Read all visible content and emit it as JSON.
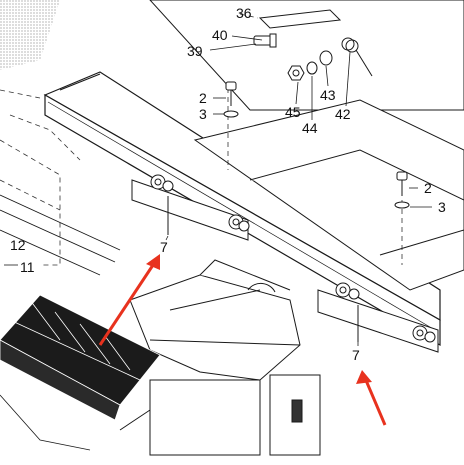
{
  "callouts": [
    {
      "id": "c36",
      "label": "36"
    },
    {
      "id": "c40",
      "label": "40"
    },
    {
      "id": "c39",
      "label": "39"
    },
    {
      "id": "c2a",
      "label": "2"
    },
    {
      "id": "c3a",
      "label": "3"
    },
    {
      "id": "c45",
      "label": "45"
    },
    {
      "id": "c43",
      "label": "43"
    },
    {
      "id": "c44",
      "label": "44"
    },
    {
      "id": "c42",
      "label": "42"
    },
    {
      "id": "c2b",
      "label": "2"
    },
    {
      "id": "c3b",
      "label": "3"
    },
    {
      "id": "c12",
      "label": "12"
    },
    {
      "id": "c11",
      "label": "11"
    },
    {
      "id": "c7a",
      "label": "7"
    },
    {
      "id": "c7b",
      "label": "7"
    }
  ],
  "colors": {
    "line": "#1a1a1a",
    "arrow": "#e8321e",
    "hatch": "#222222",
    "background": "#ffffff"
  },
  "icons": [
    "bolt-icon",
    "washer-icon",
    "nut-icon",
    "spring-icon",
    "red-arrow-icon"
  ]
}
